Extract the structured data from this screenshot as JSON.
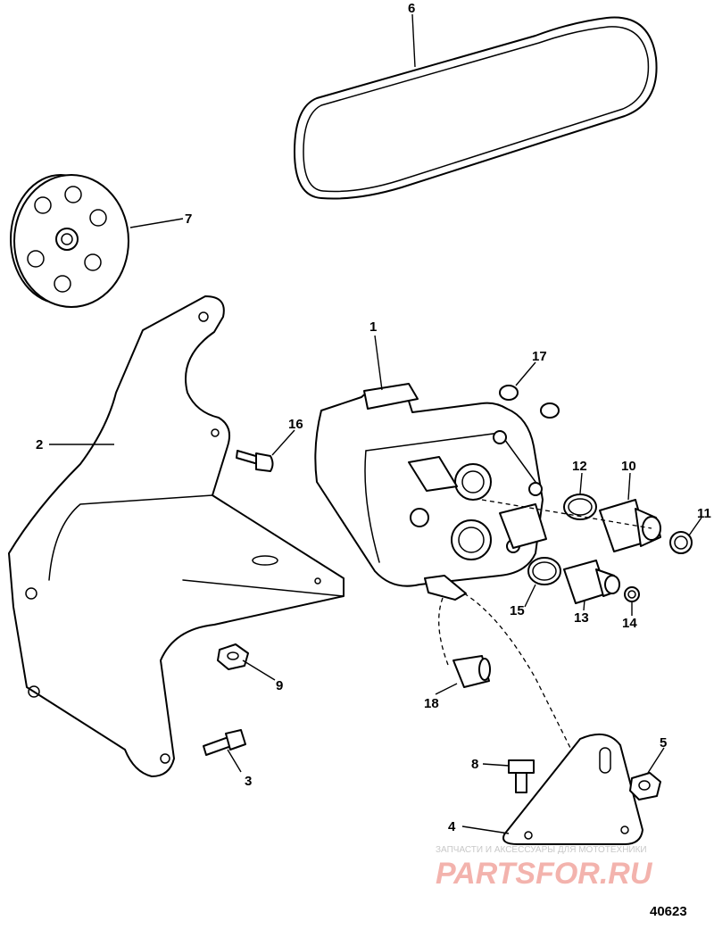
{
  "diagram": {
    "figure_number": "40623",
    "watermark": {
      "tagline": "ЗАПЧАСТИ И АКСЕССУАРЫ ДЛЯ МОТОТЕХНИКИ",
      "brand": "PARTSFOR.RU"
    },
    "callouts": {
      "c1": "1",
      "c2": "2",
      "c3": "3",
      "c4": "4",
      "c5": "5",
      "c6": "6",
      "c7": "7",
      "c8": "8",
      "c9": "9",
      "c10": "10",
      "c11": "11",
      "c12": "12",
      "c13": "13",
      "c14": "14",
      "c15": "15",
      "c16": "16",
      "c17": "17",
      "c18": "18"
    }
  }
}
